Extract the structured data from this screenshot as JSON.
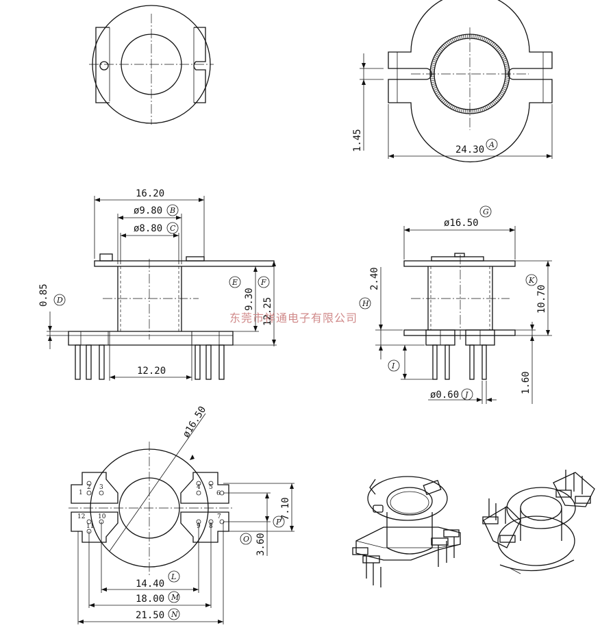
{
  "dimensions": {
    "d1_45": "1.45",
    "d24_30": "24.30",
    "d16_20": "16.20",
    "d9_80": "ø9.80",
    "d8_80": "ø8.80",
    "d0_85": "0.85",
    "d9_30": "9.30",
    "d12_25": "12.25",
    "d12_20": "12.20",
    "d16_50_top": "ø16.50",
    "d2_40": "2.40",
    "d10_70": "10.70",
    "d1_60": "1.60",
    "d0_60": "ø0.60",
    "d16_50_diag": "ø16.50",
    "d7_10": "7.10",
    "d3_60": "3.60",
    "d14_40": "14.40",
    "d18_00": "18.00",
    "d21_50": "21.50"
  },
  "markers": {
    "A": "A",
    "B": "B",
    "C": "C",
    "D": "D",
    "E": "E",
    "F": "F",
    "G": "G",
    "H": "H",
    "I": "I",
    "J": "J",
    "K": "K",
    "L": "L",
    "M": "M",
    "N": "N",
    "O": "O",
    "P": "P"
  },
  "pins": {
    "p1": "1",
    "p2": "2",
    "p3": "3",
    "p4": "4",
    "p5": "5",
    "p6": "6",
    "p7": "7",
    "p8": "8",
    "p9": "9",
    "p10": "10",
    "p11": "11",
    "p12": "12"
  },
  "watermark": "东莞市祥通电子有限公司"
}
